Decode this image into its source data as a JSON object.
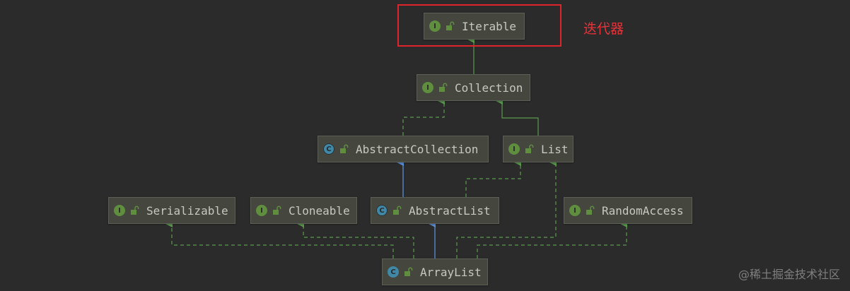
{
  "colors": {
    "background": "#2b2b2b",
    "node_fill": "#45473f",
    "interface_badge": "#5f8e3e",
    "class_badge": "#3f88a8",
    "inherit_edge": "#5b9a4e",
    "extends_edge": "#5a8fd8",
    "highlight": "#e0242b"
  },
  "annotation": {
    "text": "迭代器"
  },
  "watermark": {
    "text": "@稀土掘金技术社区"
  },
  "nodes": {
    "iterable": {
      "label": "Iterable",
      "kind": "interface",
      "badge": "I"
    },
    "collection": {
      "label": "Collection",
      "kind": "interface",
      "badge": "I"
    },
    "abstract_collection": {
      "label": "AbstractCollection",
      "kind": "abstract-class",
      "badge": "C"
    },
    "list": {
      "label": "List",
      "kind": "interface",
      "badge": "I"
    },
    "serializable": {
      "label": "Serializable",
      "kind": "interface",
      "badge": "I"
    },
    "cloneable": {
      "label": "Cloneable",
      "kind": "interface",
      "badge": "I"
    },
    "abstract_list": {
      "label": "AbstractList",
      "kind": "abstract-class",
      "badge": "C"
    },
    "random_access": {
      "label": "RandomAccess",
      "kind": "interface",
      "badge": "I"
    },
    "array_list": {
      "label": "ArrayList",
      "kind": "class",
      "badge": "C"
    }
  },
  "edges": [
    {
      "from": "Collection",
      "to": "Iterable",
      "type": "extends-interface"
    },
    {
      "from": "AbstractCollection",
      "to": "Collection",
      "type": "implements"
    },
    {
      "from": "List",
      "to": "Collection",
      "type": "extends-interface"
    },
    {
      "from": "AbstractList",
      "to": "AbstractCollection",
      "type": "extends-class"
    },
    {
      "from": "AbstractList",
      "to": "List",
      "type": "implements"
    },
    {
      "from": "ArrayList",
      "to": "AbstractList",
      "type": "extends-class"
    },
    {
      "from": "ArrayList",
      "to": "Serializable",
      "type": "implements"
    },
    {
      "from": "ArrayList",
      "to": "Cloneable",
      "type": "implements"
    },
    {
      "from": "ArrayList",
      "to": "List",
      "type": "implements"
    },
    {
      "from": "ArrayList",
      "to": "RandomAccess",
      "type": "implements"
    }
  ]
}
